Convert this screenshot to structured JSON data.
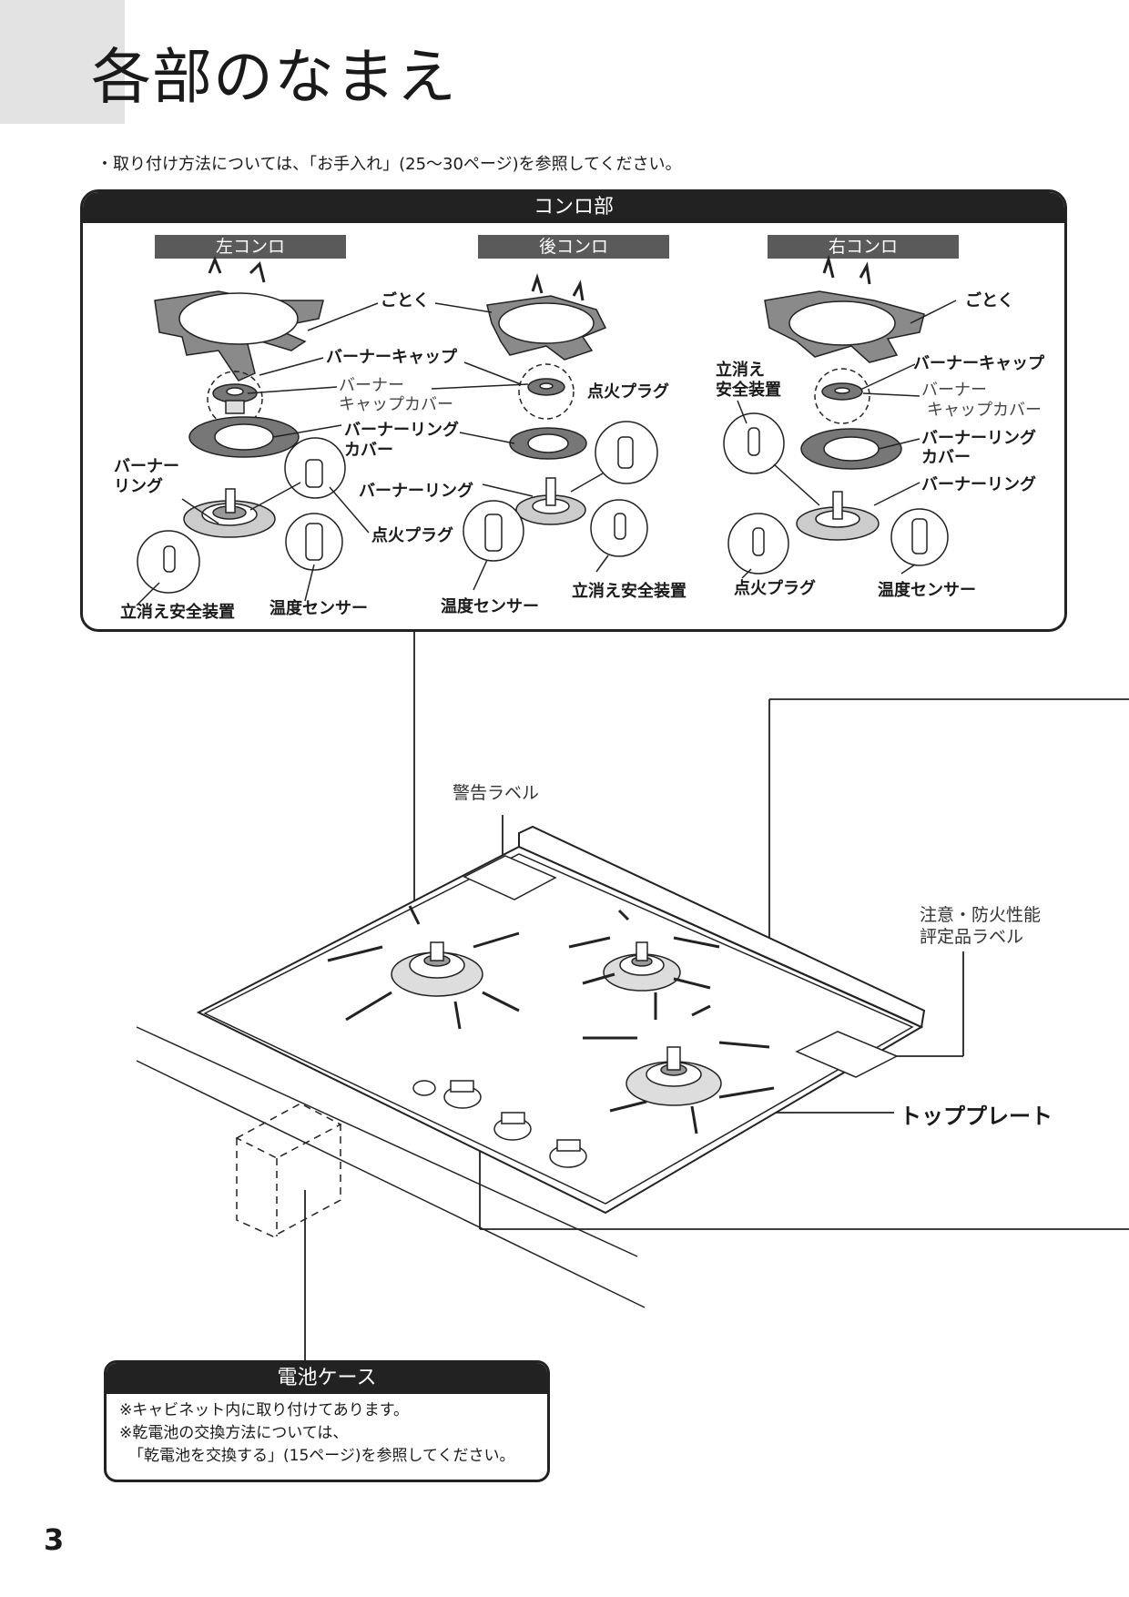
{
  "page": {
    "title": "各部のなまえ",
    "intro": "・取り付け方法については、「お手入れ」(25〜30ページ)を参照してください。",
    "page_number": "3"
  },
  "konro_section": {
    "header": "コンロ部",
    "left": {
      "title": "左コンロ",
      "gotoku": "ごとく",
      "burner_cap": "バーナーキャップ",
      "cap_cover_1": "バーナー",
      "cap_cover_2": "キャップカバー",
      "ring_cover_1": "バーナーリング",
      "ring_cover_2": "カバー",
      "burner_ring_1": "バーナー",
      "burner_ring_2": "リング",
      "igniter": "点火プラグ",
      "safety": "立消え安全装置",
      "sensor": "温度センサー"
    },
    "rear": {
      "title": "後コンロ",
      "igniter": "点火プラグ",
      "burner_ring": "バーナーリング",
      "sensor": "温度センサー",
      "safety": "立消え安全装置"
    },
    "right": {
      "title": "右コンロ",
      "gotoku": "ごとく",
      "burner_cap": "バーナーキャップ",
      "safety_1": "立消え",
      "safety_2": "安全装置",
      "cap_cover_1": "バーナー",
      "cap_cover_2": "キャップカバー",
      "ring_cover_1": "バーナーリング",
      "ring_cover_2": "カバー",
      "burner_ring": "バーナーリング",
      "igniter": "点火プラグ",
      "sensor": "温度センサー"
    }
  },
  "main_diagram": {
    "warning_label": "警告ラベル",
    "caution_label_1": "注意・防火性能",
    "caution_label_2": "評定品ラベル",
    "top_plate": "トッププレート"
  },
  "battery": {
    "header": "電池ケース",
    "line1": "※キャビネット内に取り付けてあります。",
    "line2": "※乾電池の交換方法については、",
    "line3": "「乾電池を交換する」(15ページ)を参照してください。"
  }
}
